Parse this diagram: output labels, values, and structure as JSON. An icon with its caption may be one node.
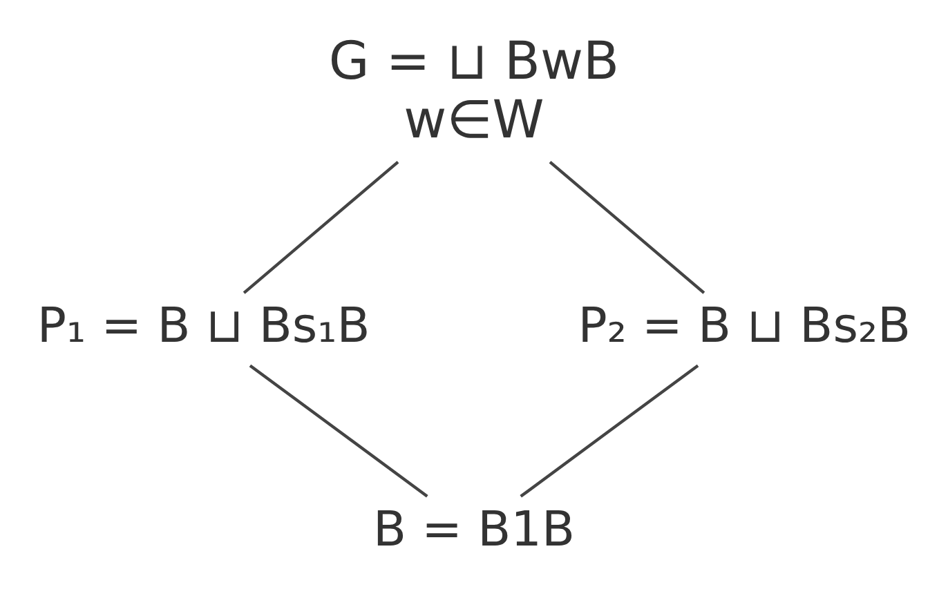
{
  "diagram": {
    "nodes": [
      {
        "text": [
          "G = ⊔ BwB",
          "w∈W"
        ]
      },
      {
        "text": [
          "P₁ = B ⊔ Bs₁B"
        ]
      },
      {
        "text": [
          "P₂ = B ⊔ Bs₂B"
        ]
      },
      {
        "text": [
          "B = B1B"
        ]
      }
    ],
    "edges": [
      {
        "from": 0,
        "to": 1,
        "arrow": "none"
      },
      {
        "from": 0,
        "to": 2,
        "arrow": "none"
      },
      {
        "from": 1,
        "to": 3,
        "arrow": "none"
      },
      {
        "from": 2,
        "to": 3,
        "arrow": "none"
      }
    ]
  }
}
